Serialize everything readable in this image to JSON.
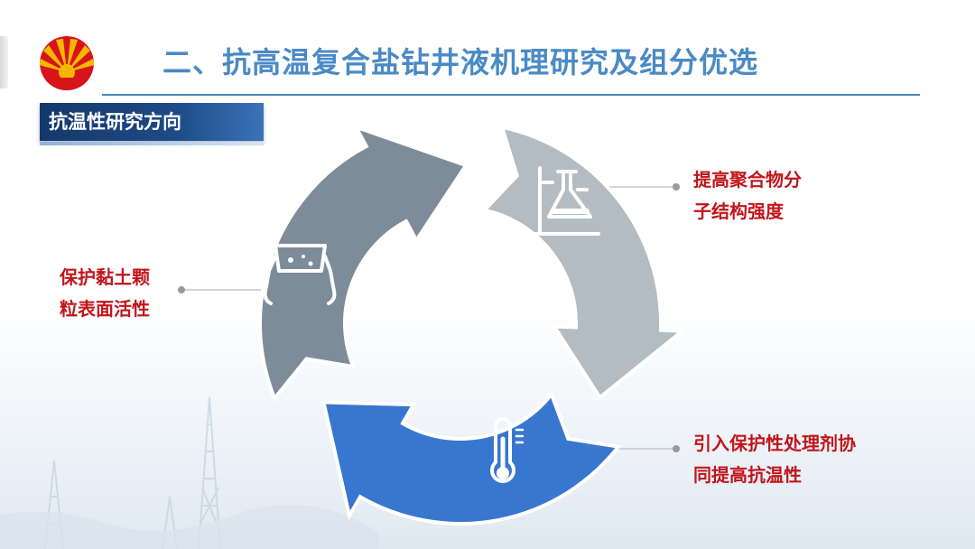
{
  "header": {
    "title": "二、抗高温复合盐钻井液机理研究及组分优选"
  },
  "section": {
    "label": "抗温性研究方向"
  },
  "cycle": {
    "items": [
      {
        "line1": "提高聚合物分",
        "line2": "子结构强度",
        "icon": "flask-icon",
        "color": "#b4bcc3"
      },
      {
        "line1": "引入保护性处理剂协",
        "line2": "同提高抗温性",
        "icon": "thermometer-icon",
        "color": "#3877cf"
      },
      {
        "line1": "保护黏土颗",
        "line2": "粒表面活性",
        "icon": "clay-particle-icon",
        "color": "#7e8c99"
      }
    ]
  },
  "colors": {
    "title": "#4a8ac6",
    "section_bg": "#1e4a86",
    "caption": "#c0161c",
    "logo_red": "#d7141a",
    "logo_yellow": "#f5b700"
  }
}
